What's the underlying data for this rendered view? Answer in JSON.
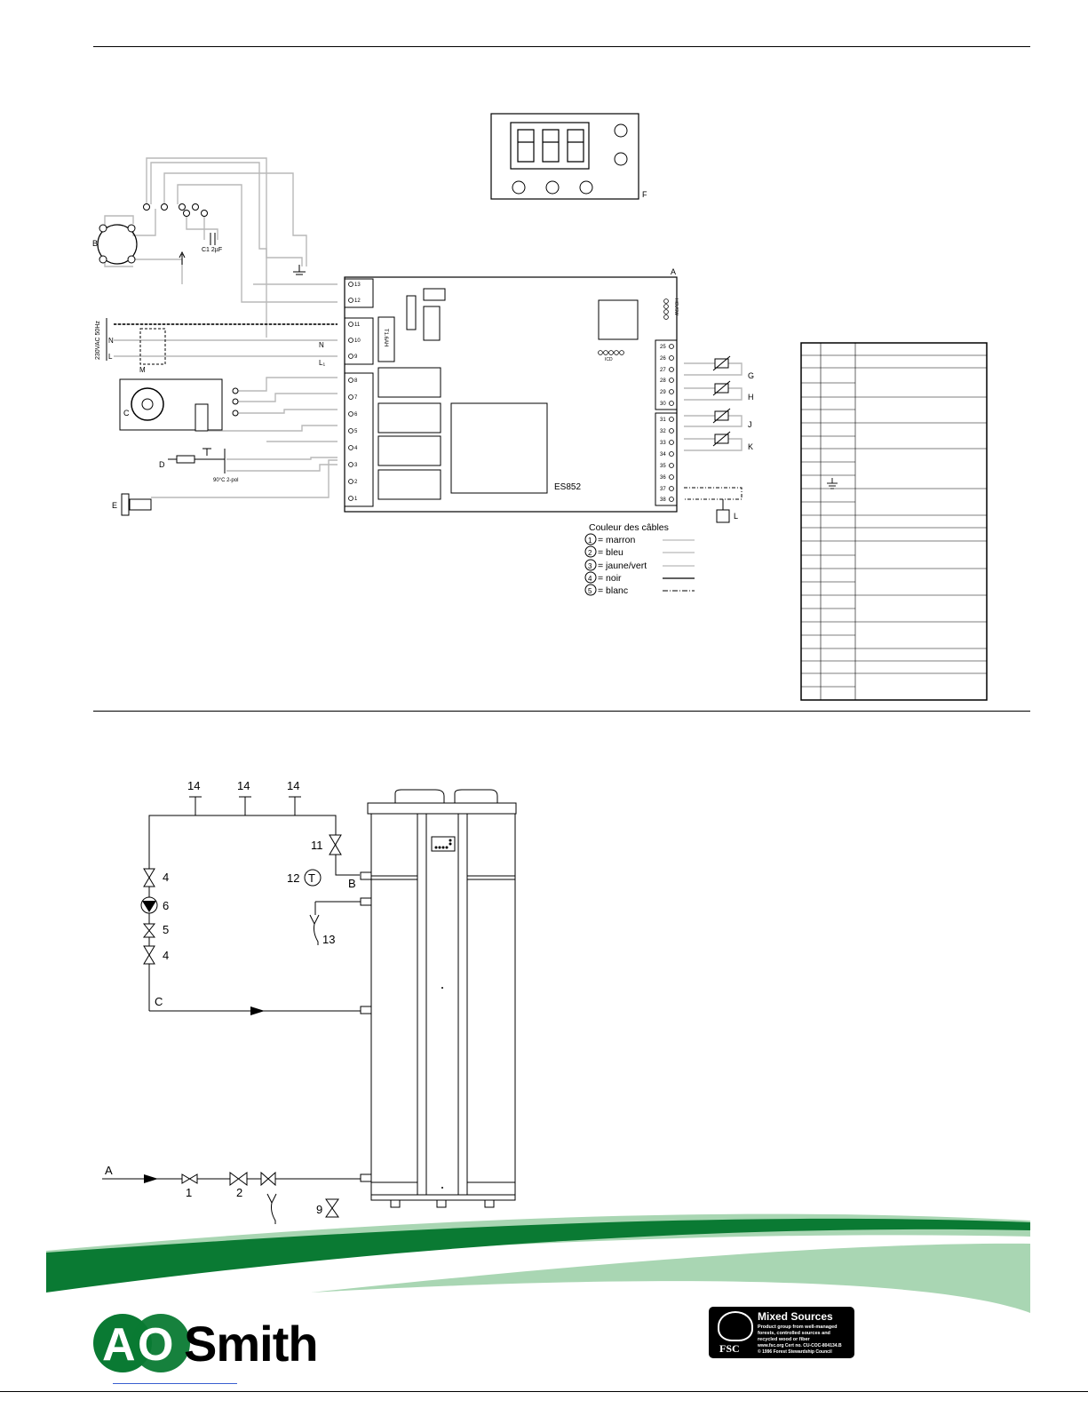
{
  "wiring": {
    "board_name": "ES852",
    "supply_label": "230VAC 50Hz",
    "fuse_label": "T1.6AH",
    "connector_label": "ICD",
    "side_connector_label": "HCUSW",
    "capacitor_label": "C1 2µF",
    "thermostat_label": "90°C 2-pol",
    "line_labels": [
      "N",
      "L",
      "N",
      "L₁"
    ],
    "component_letters": [
      "A",
      "B",
      "C",
      "D",
      "E",
      "F",
      "G",
      "H",
      "J",
      "K",
      "L",
      "M"
    ],
    "left_terminals": [
      "13",
      "12",
      "11",
      "10",
      "9",
      "8",
      "7",
      "6",
      "5",
      "4",
      "3",
      "2",
      "1"
    ],
    "right_terminals": [
      "25",
      "26",
      "27",
      "28",
      "29",
      "30",
      "31",
      "32",
      "33",
      "34",
      "35",
      "36",
      "37",
      "38"
    ],
    "cable_color_title": "Couleur des câbles",
    "cable_colors": [
      {
        "num": "1",
        "label": "= marron",
        "line": "solid-light"
      },
      {
        "num": "2",
        "label": "= bleu",
        "line": "solid-light"
      },
      {
        "num": "3",
        "label": "= jaune/vert",
        "line": "solid-light"
      },
      {
        "num": "4",
        "label": "= noir",
        "line": "solid-dark"
      },
      {
        "num": "5",
        "label": "= blanc",
        "line": "dash-dot"
      }
    ],
    "display_digits": "8.8.8"
  },
  "plumbing": {
    "item_labels": [
      "14",
      "14",
      "14",
      "11",
      "12",
      "13",
      "4",
      "6",
      "5",
      "4",
      "1",
      "2",
      "9"
    ],
    "pipe_labels": [
      "A",
      "B",
      "C"
    ],
    "thermometer_symbol": "T"
  },
  "footer": {
    "brand_a": "A",
    "brand_o": "O",
    "brand_name": "Smith",
    "fsc_title": "Mixed Sources",
    "fsc_line1": "Product group from well-managed",
    "fsc_line2": "forests, controlled sources and",
    "fsc_line3": "recycled wood or fiber",
    "fsc_line4": "www.fsc.org  Cert no. CU-COC-804134.B",
    "fsc_line5": "© 1996 Forest Stewardship Council",
    "fsc_mark": "FSC"
  },
  "colors": {
    "brand_green": "#0a7a33",
    "light_green": "#a9d6b3",
    "wire_grey": "#b9b9b9"
  }
}
